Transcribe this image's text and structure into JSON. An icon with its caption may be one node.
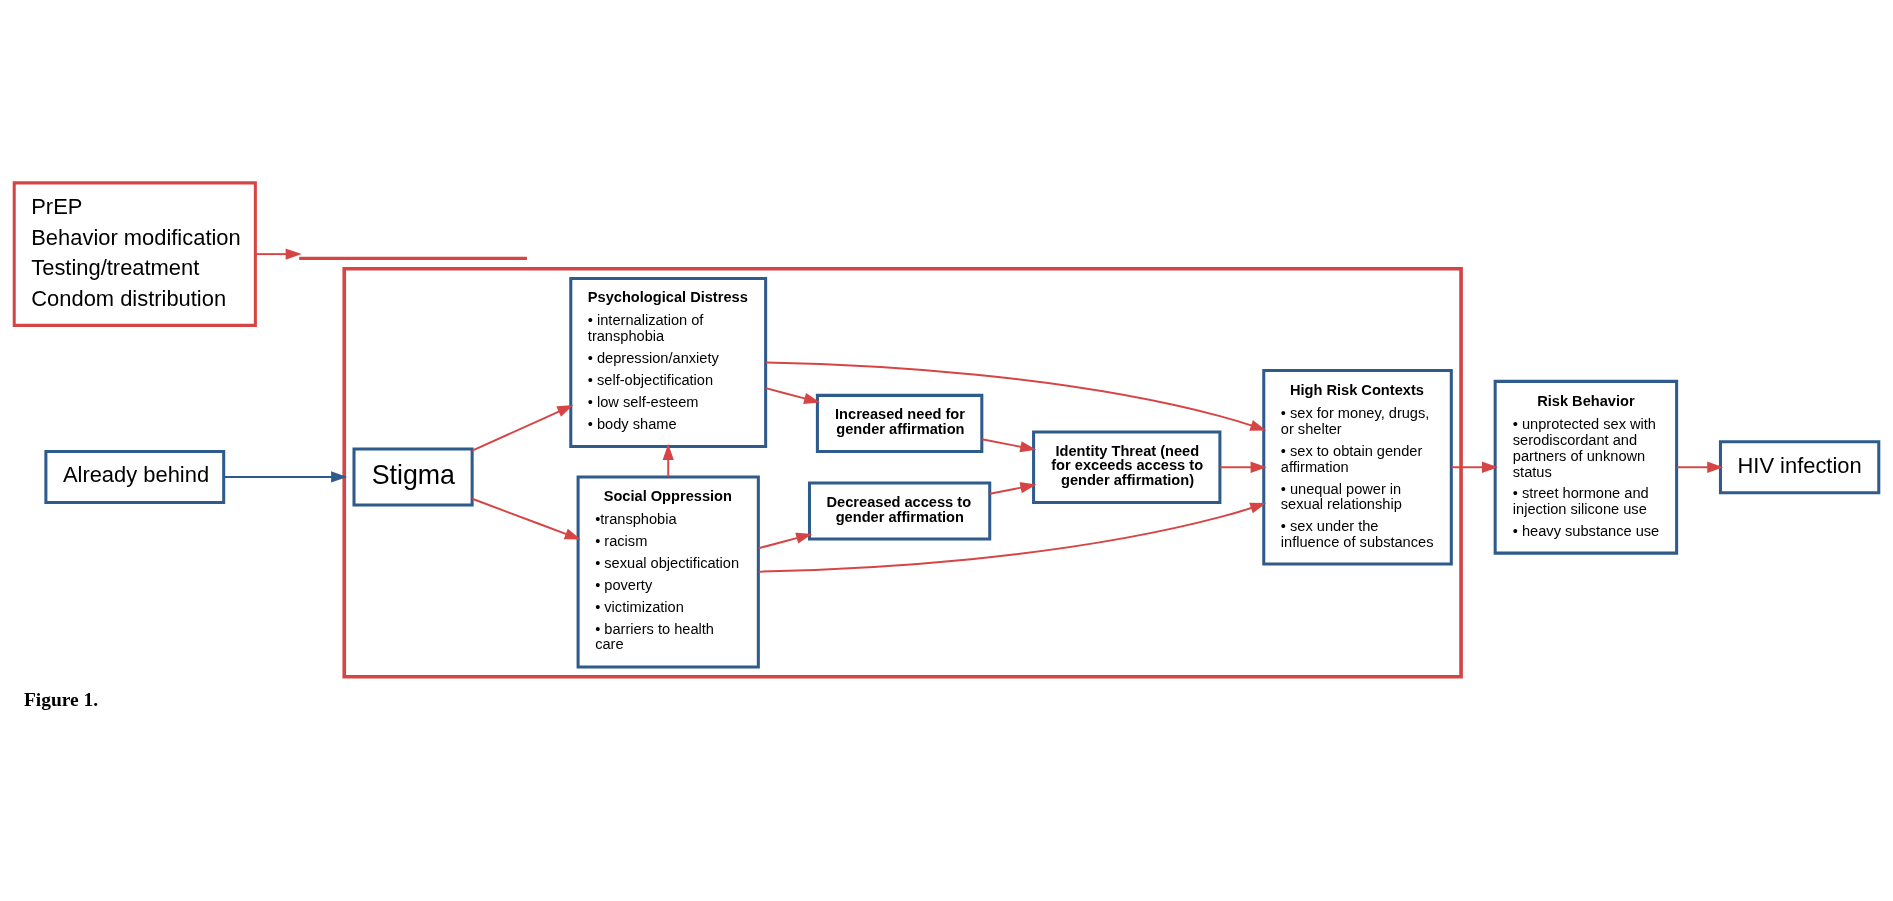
{
  "diagram": {
    "caption": "Figure 1.",
    "nodes": [
      {
        "text": [],
        "shape": "box"
      },
      {
        "text": [
          "Stigma"
        ],
        "in": 0
      },
      {
        "text": [
          "Social Oppression",
          "•transphobia",
          "• racism",
          "• sexual objectification",
          "• poverty",
          "• victimization",
          "• barriers to health care"
        ],
        "in": 0
      },
      {
        "text": [
          "Psychological Distress",
          "• internalization of transphobia",
          "• depression/anxiety",
          "• self-objectification",
          "• low self-esteem",
          "• body shame"
        ],
        "in": 0
      },
      {
        "text": [
          "Decreased access to gender affirmation"
        ],
        "in": 0
      },
      {
        "text": [
          "Increased need for gender affirmation"
        ],
        "in": 0
      },
      {
        "text": [
          "Identity Threat (need for exceeds access to gender affirmation)"
        ],
        "in": 0
      },
      {
        "text": [
          "High Risk Contexts",
          "• sex for money, drugs, or shelter",
          "• sex to obtain gender affirmation",
          "• unequal power in sexual relationship",
          "• sex under the influence of substances"
        ],
        "in": 0
      },
      {
        "text": [
          "Risk Behavior",
          "• unprotected sex with serodiscordant and partners of unknown status",
          "• street hormone and injection silicone use",
          "• heavy substance use"
        ]
      },
      {
        "text": [
          "HIV infection"
        ]
      },
      {
        "text": [
          "Already behind"
        ]
      },
      {
        "text": [
          "PrEP",
          "Behavior modification",
          "Testing/treatment",
          "Condom distribution"
        ]
      },
      {
        "text": [],
        "shape": "bar"
      }
    ],
    "edges": [
      {
        "from": 1,
        "to": 2,
        "arrow": "to"
      },
      {
        "from": 1,
        "to": 3,
        "arrow": "to"
      },
      {
        "from": 2,
        "to": 3,
        "arrow": "to"
      },
      {
        "from": 2,
        "to": 4,
        "arrow": "to"
      },
      {
        "from": 2,
        "to": 7,
        "arrow": "to"
      },
      {
        "from": 3,
        "to": 5,
        "arrow": "to"
      },
      {
        "from": 3,
        "to": 7,
        "arrow": "to"
      },
      {
        "from": 4,
        "to": 6,
        "arrow": "to"
      },
      {
        "from": 5,
        "to": 6,
        "arrow": "to"
      },
      {
        "from": 6,
        "to": 7,
        "arrow": "to"
      },
      {
        "from": 7,
        "to": 8,
        "arrow": "to"
      },
      {
        "from": 8,
        "to": 9,
        "arrow": "to"
      },
      {
        "from": 10,
        "to": 0,
        "arrow": "to",
        "color": "#2f5b8c"
      },
      {
        "from": 11,
        "to": 12,
        "arrow": "to"
      }
    ]
  }
}
